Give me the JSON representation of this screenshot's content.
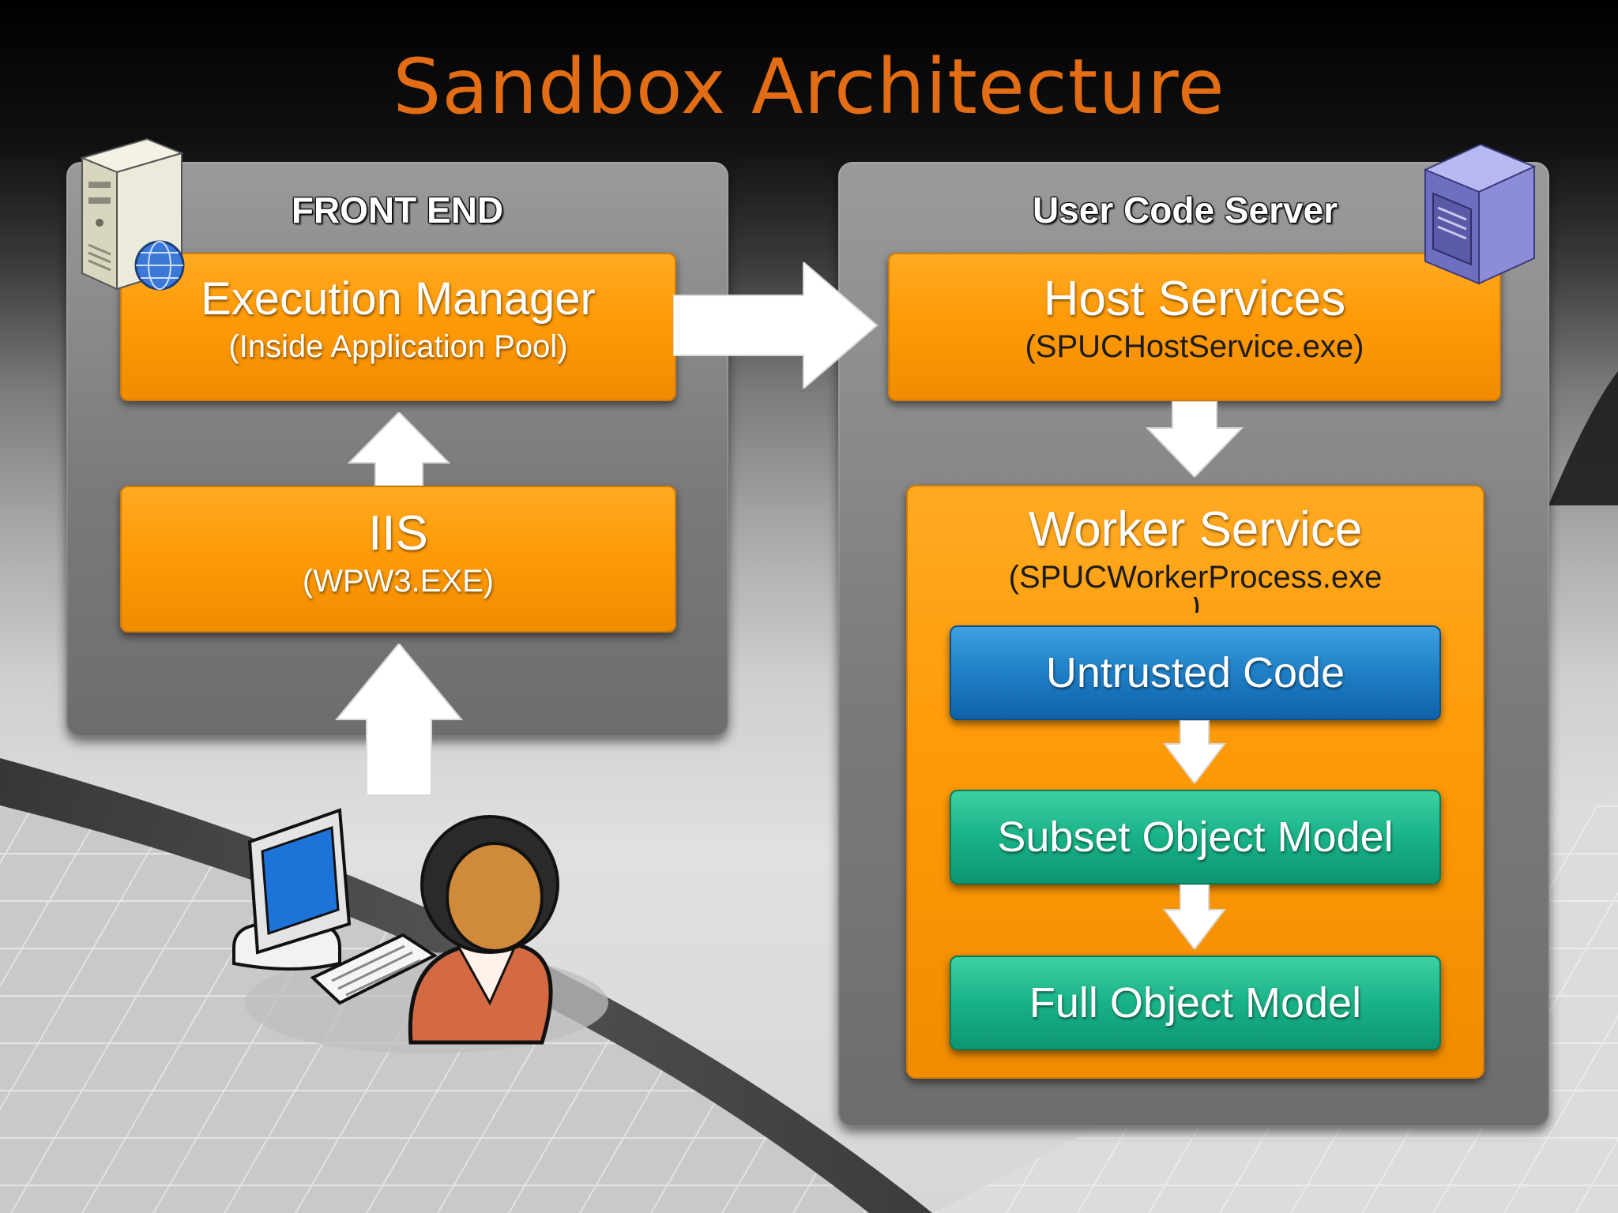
{
  "title": "Sandbox Architecture",
  "front_end": {
    "label": "FRONT END",
    "execution_manager": {
      "name": "Execution Manager",
      "detail": "(Inside Application Pool)"
    },
    "iis": {
      "name": "IIS",
      "detail": "(WPW3.EXE)"
    }
  },
  "user_code_server": {
    "label": "User Code Server",
    "host_services": {
      "name": "Host Services",
      "detail": "(SPUCHostService.exe)"
    },
    "worker_service": {
      "name": "Worker Service",
      "detail": "(SPUCWorkerProcess.exe",
      "detail_overflow": ")",
      "untrusted_code": "Untrusted Code",
      "subset_object_model": "Subset Object Model",
      "full_object_model": "Full Object Model"
    }
  },
  "colors": {
    "title": "#e26d15",
    "orange_box": "#ff9a07",
    "blue_box": "#1f7fc6",
    "green_box": "#19b287",
    "panel": "#7b7b7b",
    "arrow": "#ffffff"
  },
  "icons": [
    "server-globe-icon",
    "server-rack-icon",
    "computer-user-icon"
  ]
}
